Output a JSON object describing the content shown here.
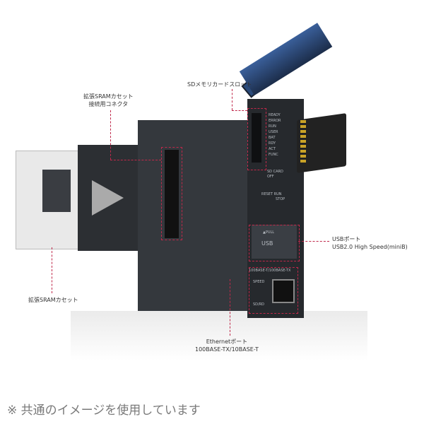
{
  "callouts": {
    "sram_connector": [
      "拡張SRAMカセット",
      "接続用コネクタ"
    ],
    "sd_slot": "SDメモリカードスロット",
    "usb": [
      "USBポート",
      "USB2.0 High Speed(miniB)"
    ],
    "sram_cassette": "拡張SRAMカセット",
    "ethernet": [
      "Ethernetポート",
      "100BASE-TX/10BASE-T"
    ]
  },
  "device_markings": {
    "leds": [
      "READY",
      "ERROR",
      "RUN",
      "USER",
      "BAT",
      "RDY",
      "ACT",
      "FUNC"
    ],
    "sd_card_off": [
      "SD CARD",
      "OFF"
    ],
    "switch": [
      "RESET",
      "RUN",
      "STOP"
    ],
    "usb_pull": "▲PULL",
    "usb_label": "USB",
    "ethernet_label": "100BASE-T/100BASE-TX",
    "speed": "SPEED",
    "sd_rd": "SD/RD"
  },
  "footnote": "※ 共通のイメージを使用しています",
  "colors": {
    "callout_line": "#c0284a",
    "device_body": "#2f3338",
    "cover": "#2a4a7a"
  }
}
